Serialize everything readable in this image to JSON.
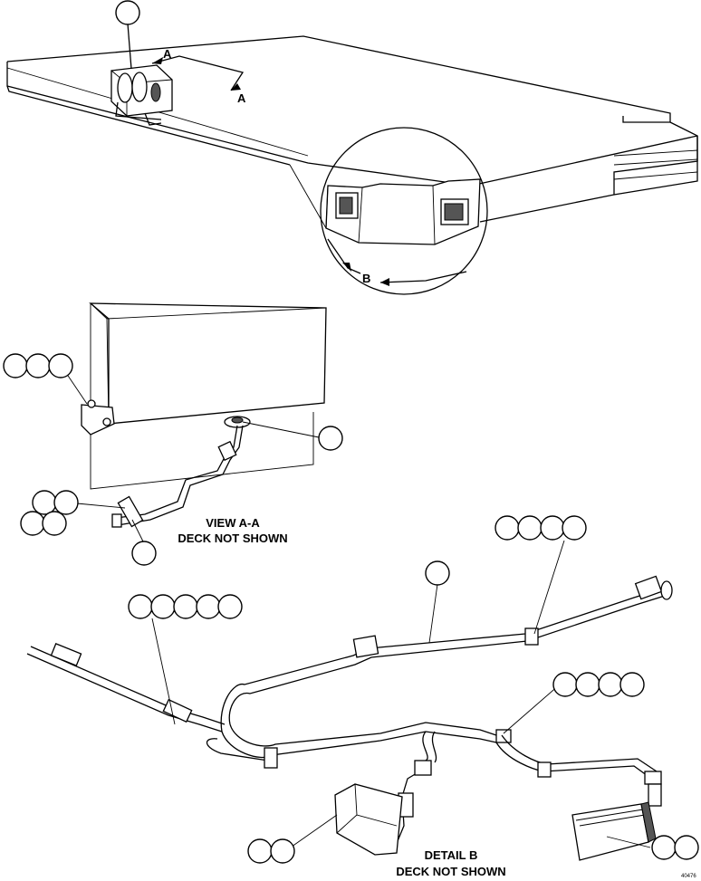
{
  "figure_id": "40476",
  "section_arrows": {
    "a_upper": "A",
    "a_lower": "A",
    "b": "B"
  },
  "view_aa": {
    "title": "VIEW A-A",
    "note": "DECK NOT SHOWN"
  },
  "detail_b": {
    "title": "DETAIL B",
    "note": "DECK NOT SHOWN"
  },
  "callout_groups": [
    {
      "name": "top-single",
      "count": 1
    },
    {
      "name": "view-aa-upper-left-row",
      "count": 3
    },
    {
      "name": "view-aa-grommet",
      "count": 1
    },
    {
      "name": "view-aa-clamp-upper",
      "count": 2
    },
    {
      "name": "view-aa-clamp-lower",
      "count": 2
    },
    {
      "name": "view-aa-clamp-bottom",
      "count": 1
    },
    {
      "name": "detail-b-right-row",
      "count": 4
    },
    {
      "name": "detail-b-harness",
      "count": 1
    },
    {
      "name": "detail-b-left-row",
      "count": 5
    },
    {
      "name": "detail-b-mid-right-row",
      "count": 4
    },
    {
      "name": "detail-b-left-light",
      "count": 2
    },
    {
      "name": "detail-b-right-light",
      "count": 2
    }
  ]
}
